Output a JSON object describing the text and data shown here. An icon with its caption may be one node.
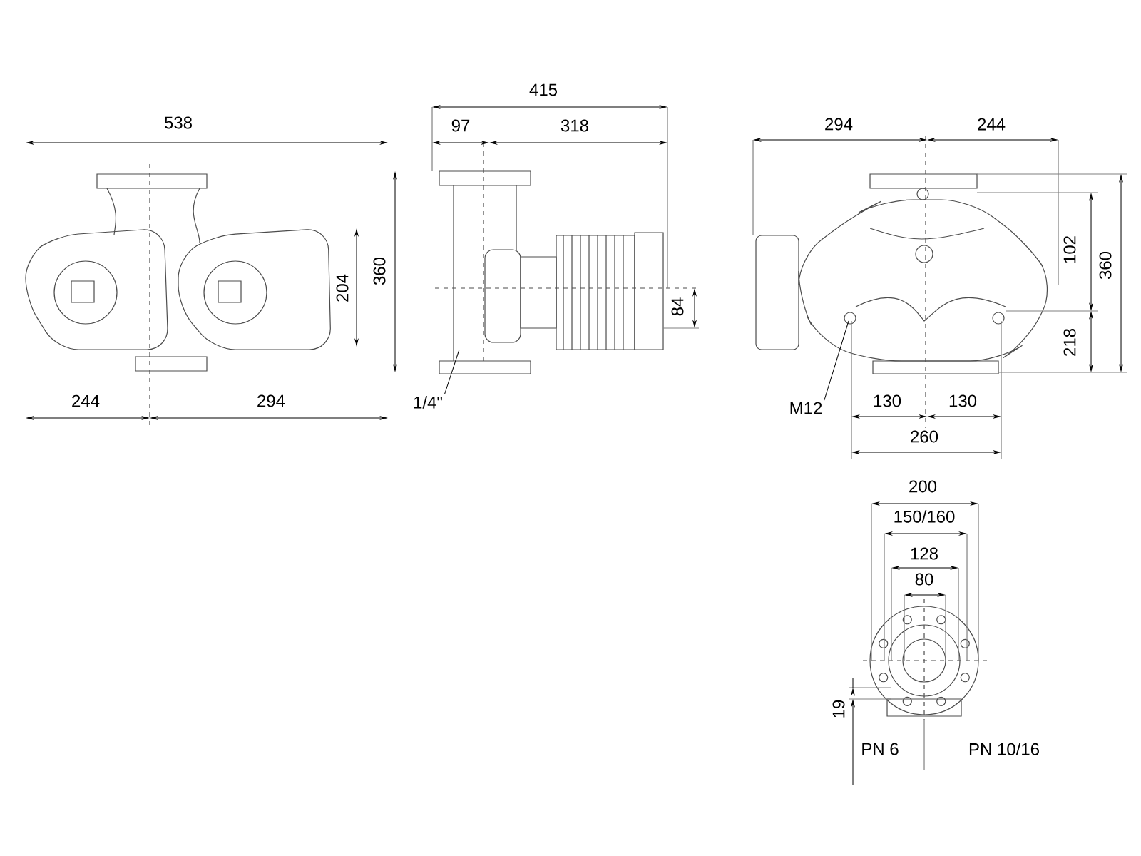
{
  "diagram": {
    "nodes": [
      {
        "text": [
          "1/4\""
        ]
      },
      {
        "text": [
          "M12"
        ]
      }
    ],
    "edges": [
      {
        "from": 0,
        "to": null,
        "arrow": "none"
      },
      {
        "from": 1,
        "to": null,
        "arrow": "none"
      }
    ],
    "labels": [
      "538",
      "415",
      "97",
      "318",
      "294",
      "244",
      "204",
      "360",
      "102",
      "360",
      "84",
      "218",
      "244",
      "294",
      "130",
      "130",
      "260",
      "200",
      "150/160",
      "128",
      "80",
      "19",
      "PN 6",
      "PN 10/16"
    ]
  }
}
